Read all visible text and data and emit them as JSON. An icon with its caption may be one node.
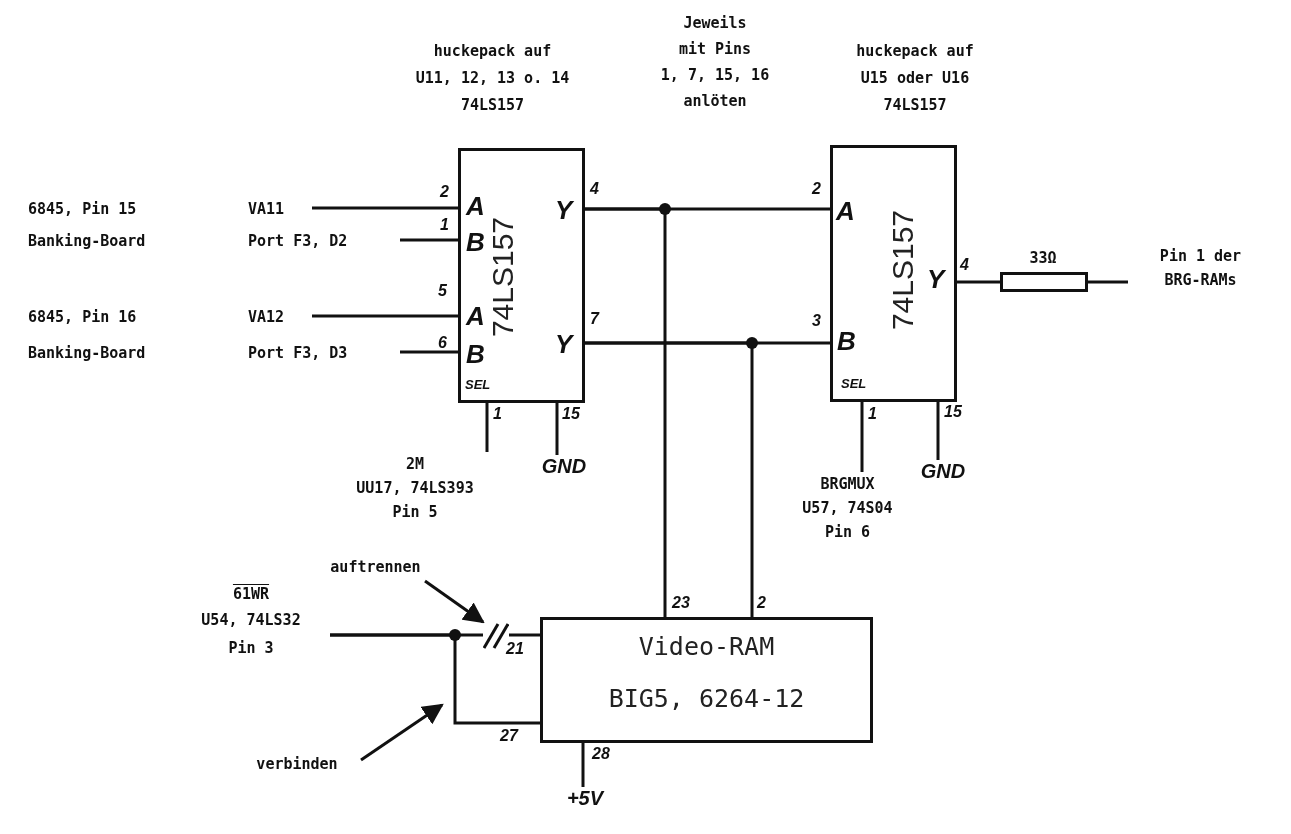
{
  "diagram": {
    "nodes": [
      {
        "text": [
          "74LS157",
          "A",
          "B",
          "A",
          "B",
          "Y",
          "Y",
          "SEL"
        ],
        "beside": [
          "huckepack auf U11, 12, 13 o. 14 74LS157"
        ]
      },
      {
        "text": [
          "74LS157",
          "A",
          "B",
          "Y",
          "SEL"
        ],
        "beside": [
          "huckepack auf U15 oder U16 74LS157"
        ]
      },
      {
        "text": [
          "6845, Pin 15",
          "VA11"
        ]
      },
      {
        "text": [
          "Banking-Board",
          "Port F3, D2"
        ]
      },
      {
        "text": [
          "6845, Pin 16",
          "VA12"
        ]
      },
      {
        "text": [
          "Banking-Board",
          "Port F3, D3"
        ]
      },
      {
        "text": [],
        "shape": "box",
        "beside": [
          "33Ω"
        ]
      },
      {
        "text": [
          "Pin 1 der BRG-RAMs"
        ]
      },
      {
        "text": [
          "2M UU17, 74LS393 Pin 5"
        ]
      },
      {
        "text": [
          "GND"
        ]
      },
      {
        "text": [
          "BRGMUX U57, 74S04 Pin 6"
        ]
      },
      {
        "text": [
          "GND"
        ]
      },
      {
        "text": [
          "auftrennen"
        ]
      },
      {
        "text": [
          "61WR",
          "U54, 74LS32 Pin 3"
        ]
      },
      {
        "text": [
          "Video-RAM",
          "BIG5, 6264-12"
        ]
      },
      {
        "text": [
          "verbinden"
        ]
      },
      {
        "text": [
          "+5V"
        ]
      },
      {
        "text": [],
        "shape": "mark"
      }
    ],
    "edges": [
      {
        "from": 2,
        "to": 0,
        "arrow": "none"
      },
      {
        "from": 3,
        "to": 0,
        "arrow": "none"
      },
      {
        "from": 4,
        "to": 0,
        "arrow": "none"
      },
      {
        "from": 5,
        "to": 0,
        "arrow": "none"
      },
      {
        "from": 0,
        "to": 1,
        "arrow": "none"
      },
      {
        "from": 0,
        "to": 14,
        "arrow": "none"
      },
      {
        "from": 0,
        "to": 1,
        "arrow": "none"
      },
      {
        "from": 0,
        "to": 14,
        "arrow": "none"
      },
      {
        "from": 1,
        "to": 6,
        "arrow": "none"
      },
      {
        "from": 6,
        "to": 7,
        "arrow": "none"
      },
      {
        "from": 0,
        "to": 8,
        "arrow": "none"
      },
      {
        "from": 0,
        "to": 9,
        "arrow": "none"
      },
      {
        "from": 1,
        "to": 10,
        "arrow": "none"
      },
      {
        "from": 1,
        "to": 11,
        "arrow": "none"
      },
      {
        "from": 13,
        "to": 17,
        "arrow": "none"
      },
      {
        "from": 13,
        "to": 14,
        "arrow": "none"
      },
      {
        "from": 14,
        "to": 16,
        "arrow": "none"
      },
      {
        "from": 12,
        "to": 17,
        "arrow": "to"
      },
      {
        "from": 15,
        "to": null,
        "arrow": "to"
      },
      {
        "from": 17,
        "to": 14,
        "arrow": "none"
      }
    ],
    "labels": [
      "Jeweils mit Pins 1, 7, 15, 16 anlöten",
      "2",
      "1",
      "5",
      "6",
      "4",
      "7",
      "1",
      "15",
      "2",
      "3",
      "4",
      "1",
      "15",
      "23",
      "2",
      "21",
      "27",
      "28"
    ]
  }
}
